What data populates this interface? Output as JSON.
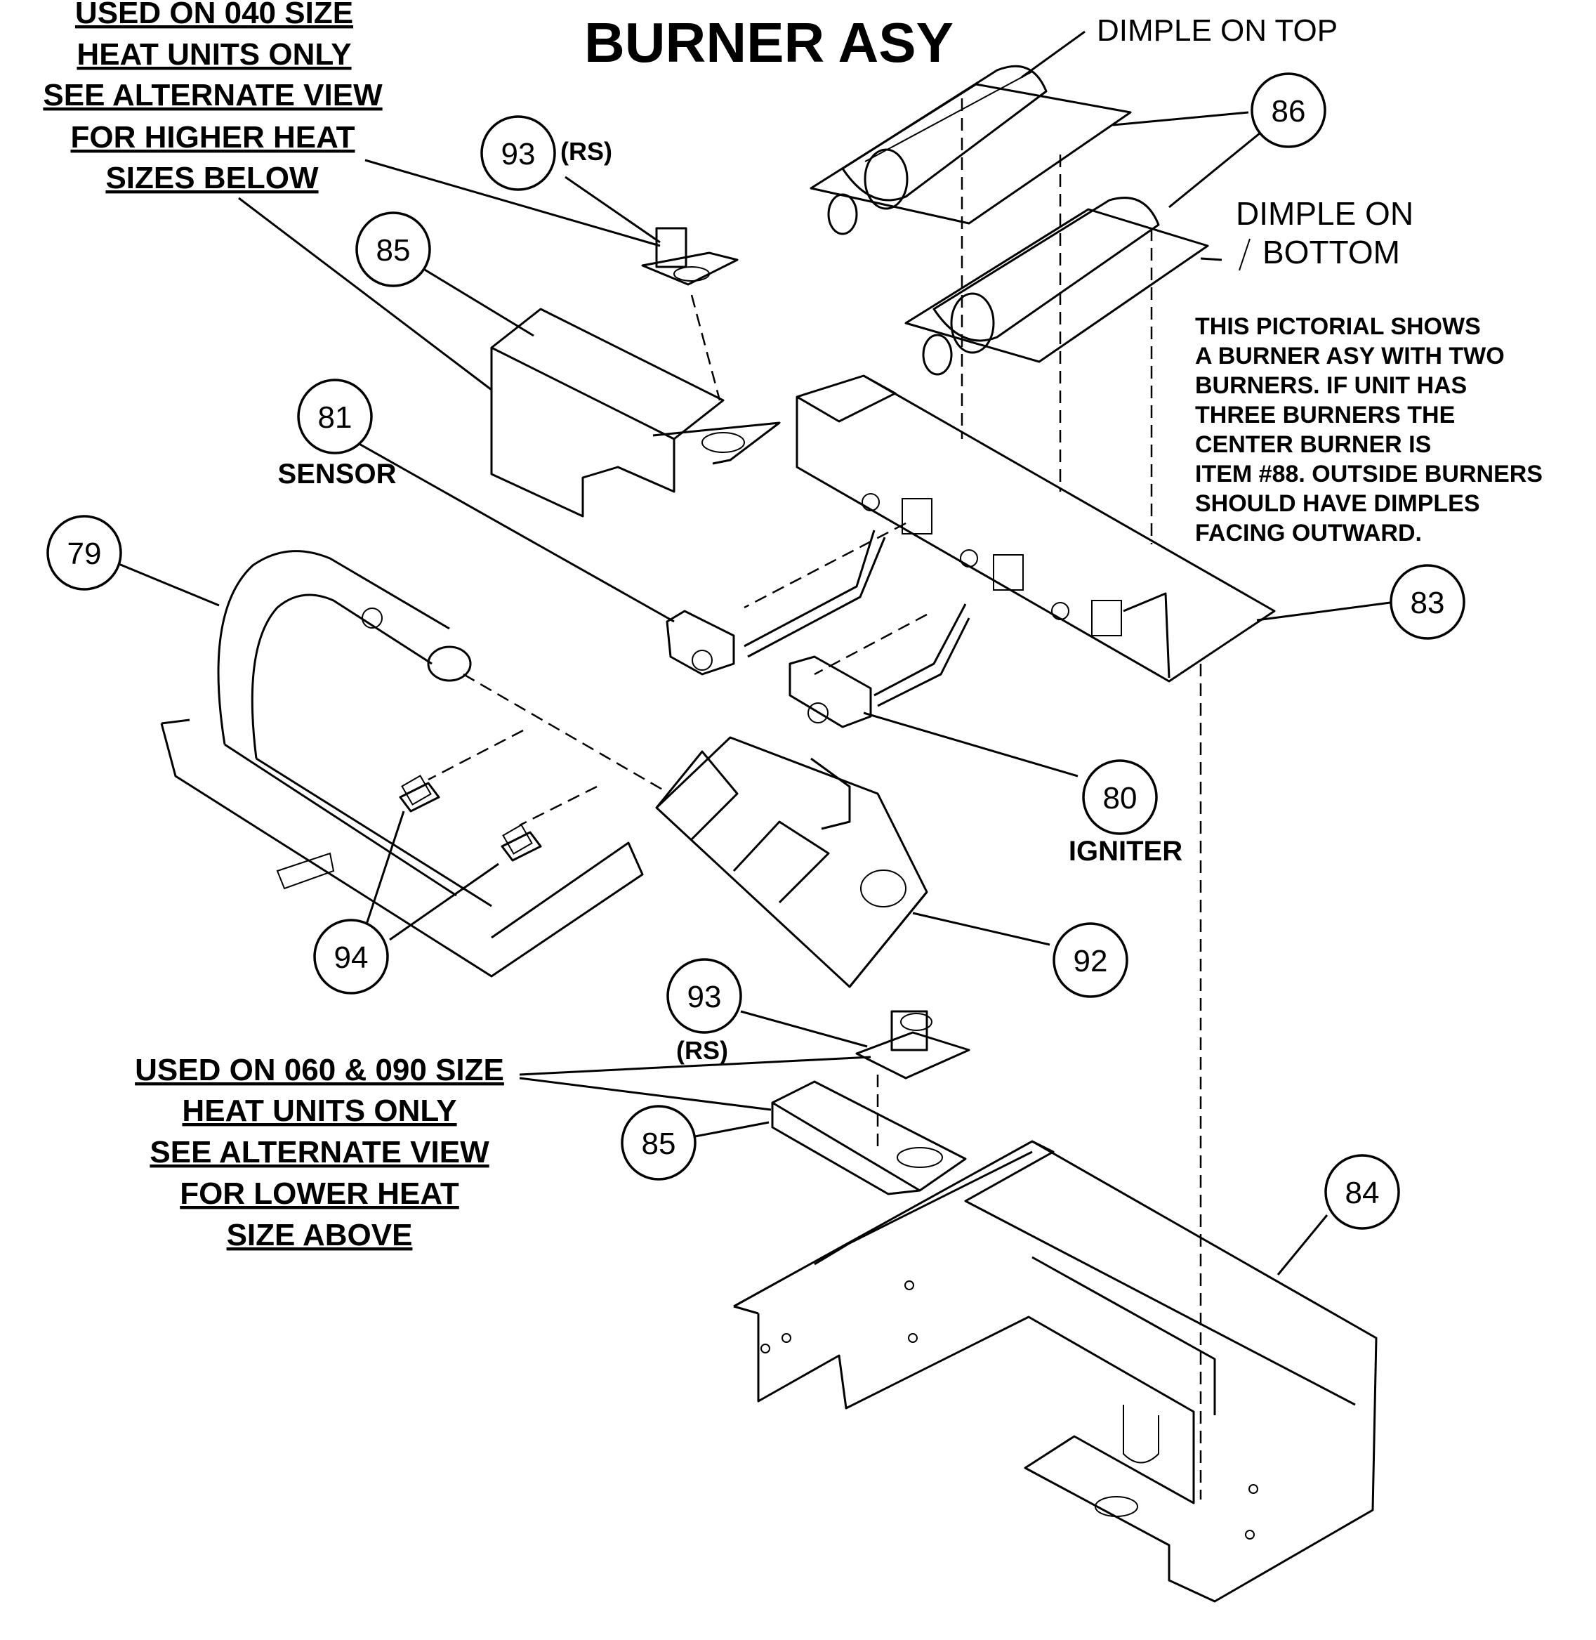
{
  "title": "BURNER ASY",
  "callouts": {
    "dimple_top": "DIMPLE ON TOP",
    "dimple_bottom_1": "DIMPLE ON",
    "dimple_bottom_2": "BOTTOM",
    "rs_top": "(RS)",
    "rs_bottom": "(RS)",
    "sensor": "SENSOR",
    "igniter": "IGNITER"
  },
  "note_top": [
    "USED ON 040 SIZE",
    "HEAT UNITS ONLY",
    "SEE ALTERNATE VIEW",
    "FOR HIGHER HEAT",
    "SIZES BELOW"
  ],
  "note_bottom": [
    "USED ON 060 & 090 SIZE",
    "HEAT UNITS ONLY",
    "SEE ALTERNATE VIEW",
    "FOR LOWER HEAT",
    "SIZE ABOVE"
  ],
  "pictorial_note": [
    "THIS PICTORIAL SHOWS",
    "A BURNER ASY WITH TWO",
    "BURNERS. IF UNIT HAS",
    "THREE BURNERS THE",
    "CENTER BURNER IS",
    "ITEM #88. OUTSIDE BURNERS",
    "SHOULD HAVE DIMPLES",
    "FACING OUTWARD."
  ],
  "parts": {
    "p86": "86",
    "p93a": "93",
    "p85a": "85",
    "p81": "81",
    "p83": "83",
    "p79": "79",
    "p80": "80",
    "p92": "92",
    "p94": "94",
    "p93b": "93",
    "p85b": "85",
    "p84": "84"
  }
}
